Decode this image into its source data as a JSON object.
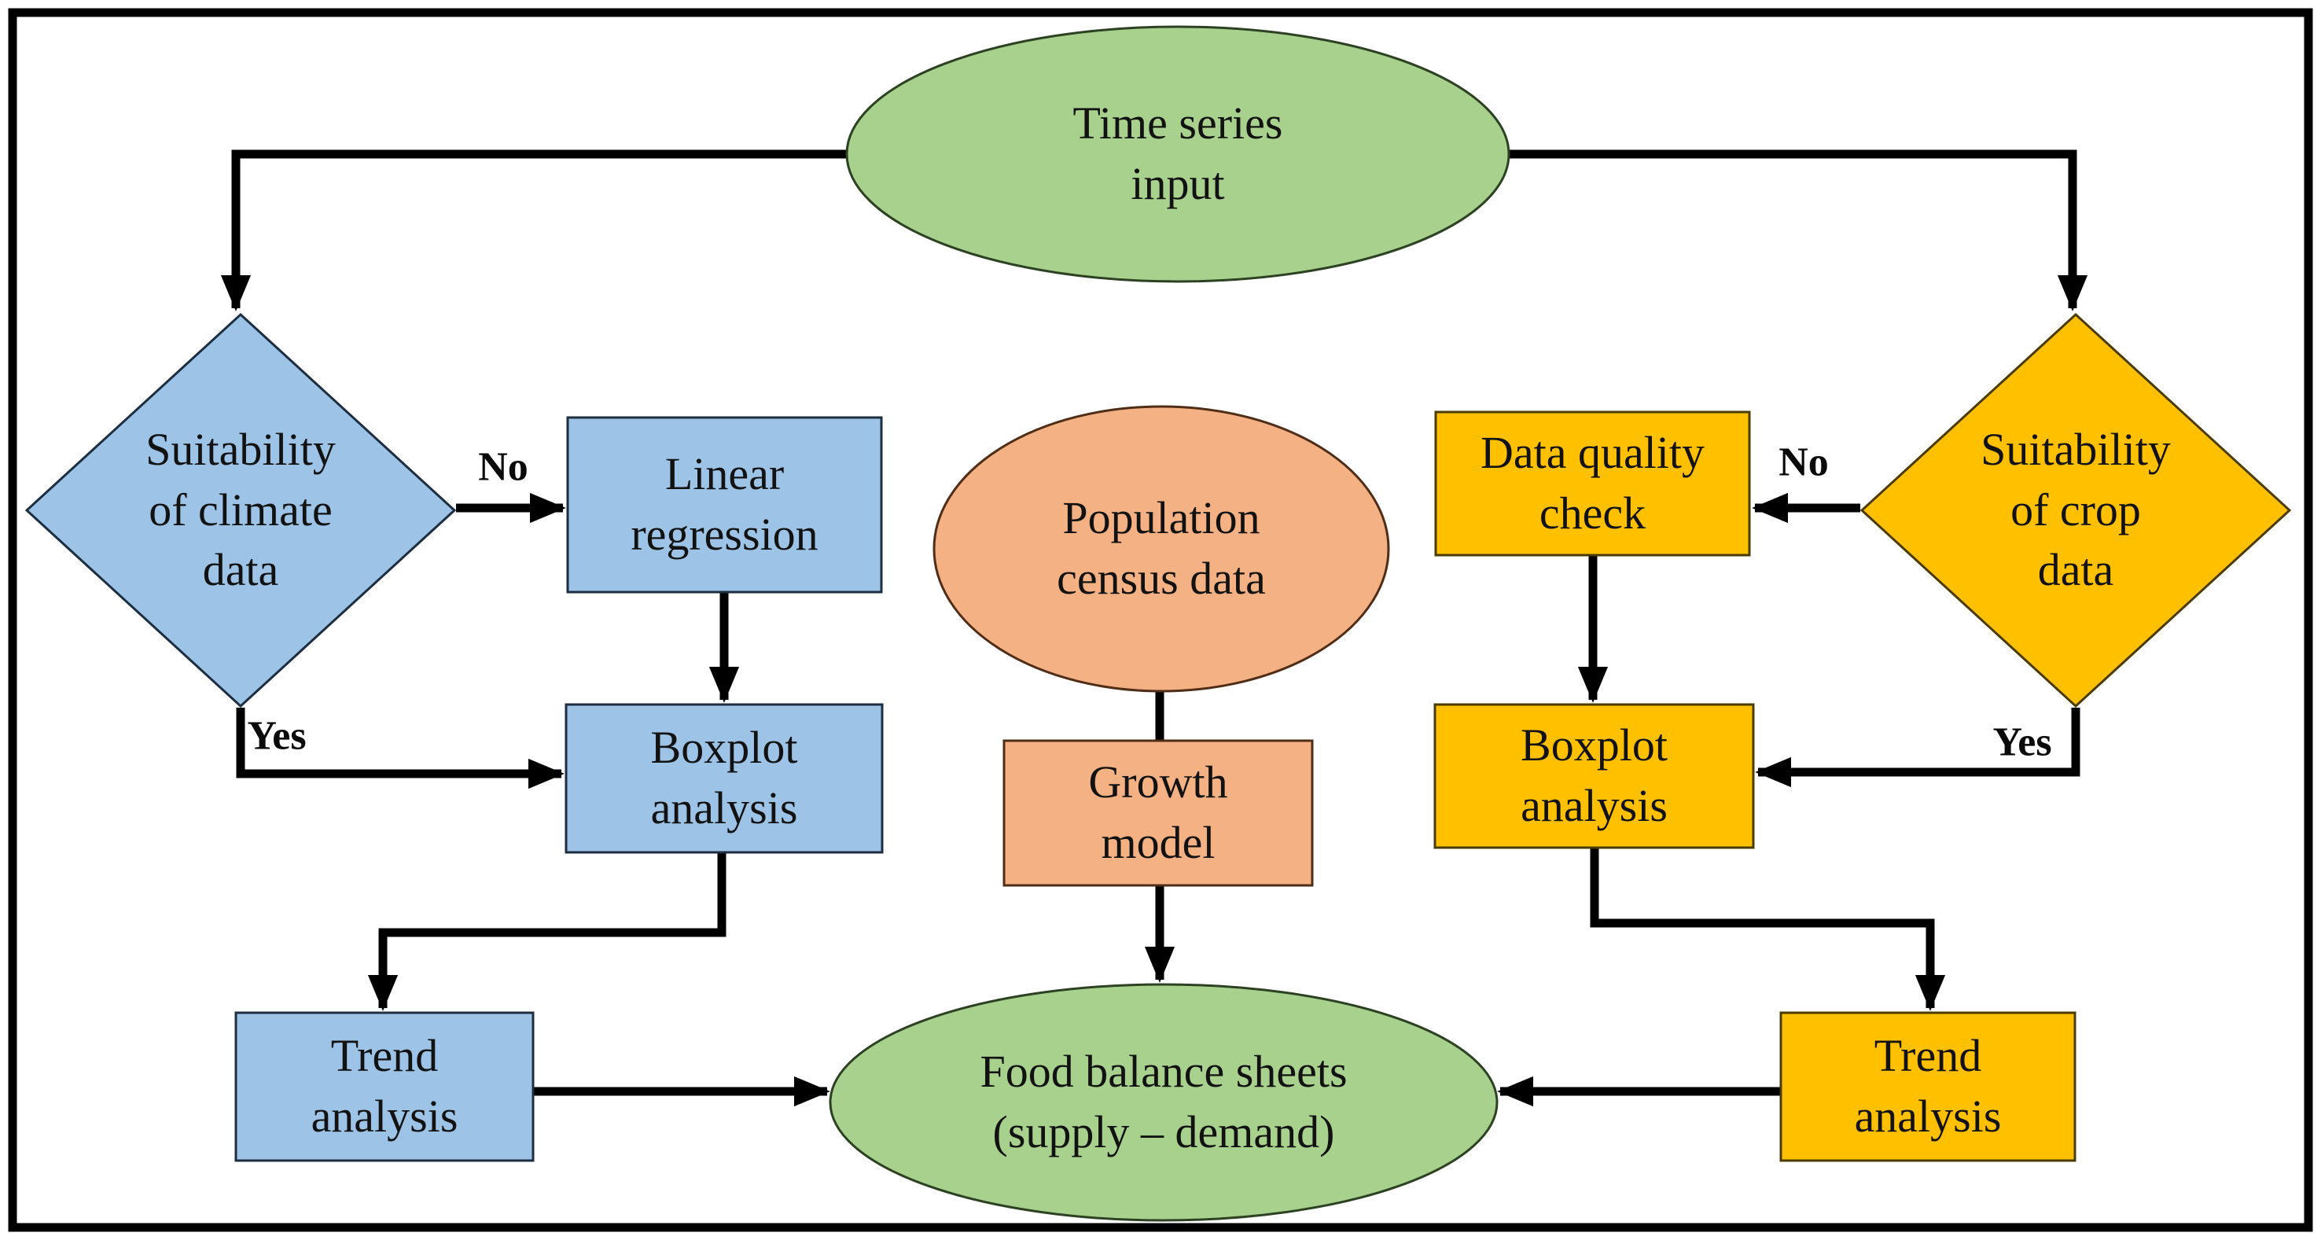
{
  "colors": {
    "green": "#A9D18E",
    "blue": "#9DC3E6",
    "peach": "#F4B183",
    "gold": "#FFC000",
    "line": "#000000"
  },
  "nodes": {
    "time_series_input": {
      "label": "Time series\ninput",
      "shape": "ellipse",
      "color": "green"
    },
    "suitability_climate": {
      "label": "Suitability\nof climate\ndata",
      "shape": "diamond",
      "color": "blue"
    },
    "linear_regression": {
      "label": "Linear\nregression",
      "shape": "rect",
      "color": "blue"
    },
    "boxplot_left": {
      "label": "Boxplot\nanalysis",
      "shape": "rect",
      "color": "blue"
    },
    "trend_left": {
      "label": "Trend\nanalysis",
      "shape": "rect",
      "color": "blue"
    },
    "population_census": {
      "label": "Population\ncensus data",
      "shape": "ellipse",
      "color": "peach"
    },
    "growth_model": {
      "label": "Growth\nmodel",
      "shape": "rect",
      "color": "peach"
    },
    "food_balance": {
      "label": "Food balance sheets\n(supply – demand)",
      "shape": "ellipse",
      "color": "green"
    },
    "data_quality": {
      "label": "Data quality\ncheck",
      "shape": "rect",
      "color": "gold"
    },
    "suitability_crop": {
      "label": "Suitability\nof crop\ndata",
      "shape": "diamond",
      "color": "gold"
    },
    "boxplot_right": {
      "label": "Boxplot\nanalysis",
      "shape": "rect",
      "color": "gold"
    },
    "trend_right": {
      "label": "Trend\nanalysis",
      "shape": "rect",
      "color": "gold"
    }
  },
  "edge_labels": {
    "no_left": "No",
    "yes_left": "Yes",
    "no_right": "No",
    "yes_right": "Yes"
  }
}
